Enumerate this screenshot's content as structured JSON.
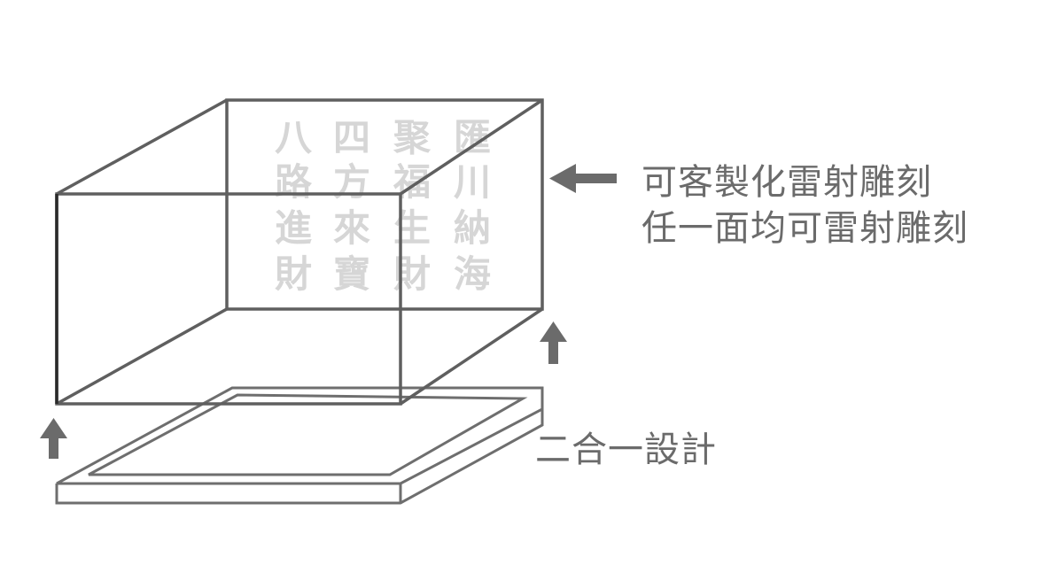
{
  "labels": {
    "laser_engrave_line1": "可客製化雷射雕刻",
    "laser_engrave_line2": "任一面均可雷射雕刻",
    "two_in_one": "二合一設計"
  },
  "engraving": {
    "columns": [
      [
        "八",
        "路",
        "進",
        "財"
      ],
      [
        "四",
        "方",
        "來",
        "寶"
      ],
      [
        "聚",
        "福",
        "生",
        "財"
      ],
      [
        "匯",
        "川",
        "納",
        "海"
      ]
    ]
  },
  "colors": {
    "line": "#5f5f5f",
    "arrow": "#6b6b6b",
    "engraving": "#d6d6d6",
    "text": "#6b6b6b"
  }
}
